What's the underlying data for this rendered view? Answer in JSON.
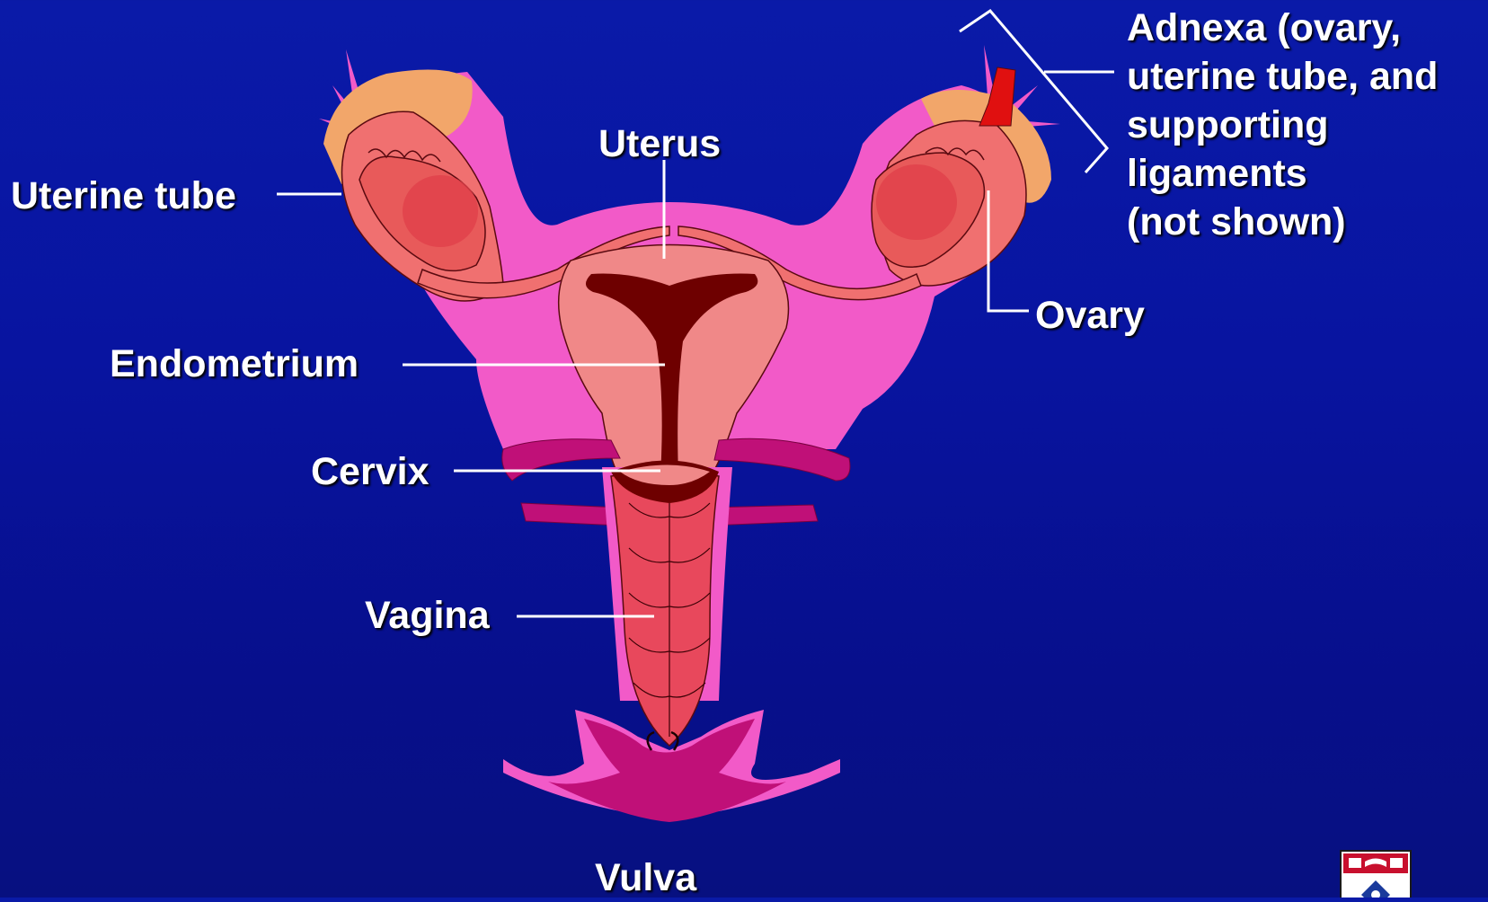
{
  "labels": {
    "uterine_tube": "Uterine tube",
    "uterus": "Uterus",
    "adnexa": "Adnexa (ovary,\nuterine tube, and\nsupporting\nligaments\n(not shown)",
    "ovary": "Ovary",
    "endometrium": "Endometrium",
    "cervix": "Cervix",
    "vagina": "Vagina",
    "vulva": "Vulva"
  },
  "colors": {
    "background": "#0814a0",
    "broad_ligament": "#f25ac8",
    "uterus_wall": "#f08888",
    "uterine_cavity": "#6e0000",
    "ovary": "#e85a5a",
    "fimbriae_fat": "#f2a66a",
    "vagina": "#e8485c",
    "vulva": "#c01078",
    "leader_lines": "#ffffff"
  },
  "icons": {
    "corner_logo": "university-shield-logo"
  }
}
